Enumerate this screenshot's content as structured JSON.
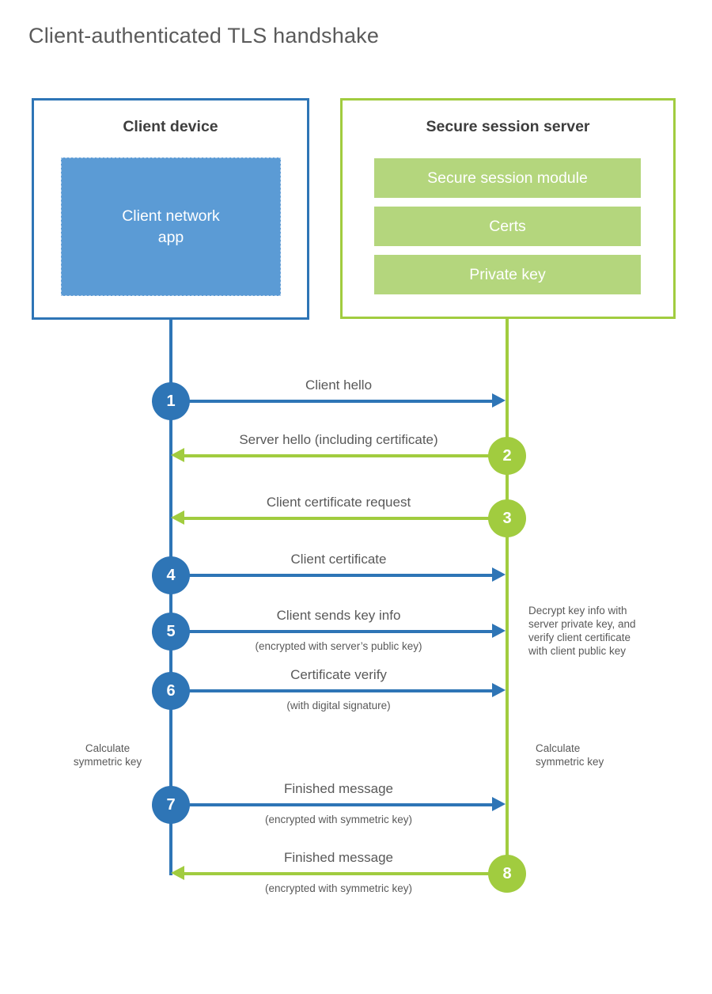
{
  "title": "Client-authenticated TLS handshake",
  "colors": {
    "blue": "#2E75B6",
    "blue_light": "#5B9BD5",
    "green": "#A1CC3F",
    "green_light": "#B4D67D",
    "label_text": "#595959",
    "heading_text": "#3E3E3E"
  },
  "client": {
    "title": "Client device",
    "module": "Client network\napp"
  },
  "server": {
    "title": "Secure session server",
    "modules": [
      "Secure session module",
      "Certs",
      "Private key"
    ]
  },
  "messages": [
    {
      "num": "1",
      "from": "client",
      "label": "Client hello",
      "sub": ""
    },
    {
      "num": "2",
      "from": "server",
      "label": "Server hello (including certificate)",
      "sub": ""
    },
    {
      "num": "3",
      "from": "server",
      "label": "Client certificate request",
      "sub": ""
    },
    {
      "num": "4",
      "from": "client",
      "label": "Client certificate",
      "sub": ""
    },
    {
      "num": "5",
      "from": "client",
      "label": "Client sends key info",
      "sub": "(encrypted with server’s public key)"
    },
    {
      "num": "6",
      "from": "client",
      "label": "Certificate verify",
      "sub": "(with digital signature)"
    },
    {
      "num": "7",
      "from": "client",
      "label": "Finished message",
      "sub": "(encrypted with symmetric key)"
    },
    {
      "num": "8",
      "from": "server",
      "label": "Finished message",
      "sub": "(encrypted with symmetric key)"
    }
  ],
  "notes": {
    "decrypt_note": "Decrypt key info with\nserver private key, and\nverify client certificate\nwith client public key",
    "calc_left": "Calculate\nsymmetric key",
    "calc_right": "Calculate\nsymmetric key"
  }
}
